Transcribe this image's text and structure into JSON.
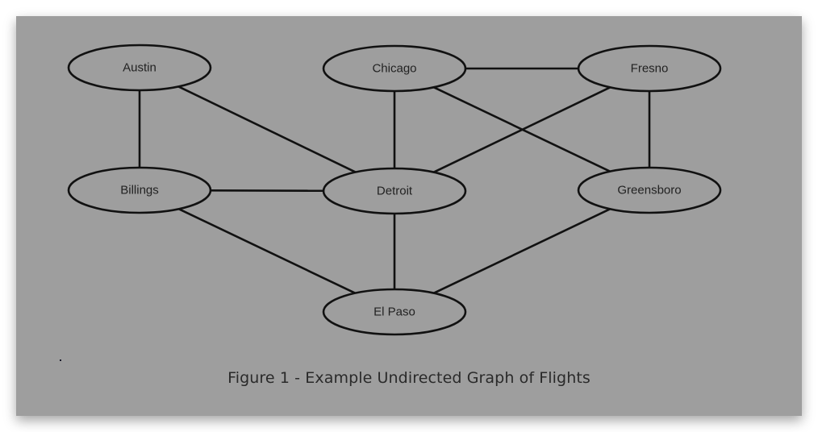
{
  "figure": {
    "caption": "Figure 1 - Example Undirected Graph of Flights",
    "stray_mark": ".",
    "colors": {
      "background": "#9e9e9e",
      "stroke": "#111111",
      "text": "#222222"
    }
  },
  "graph": {
    "directed": false,
    "nodes": [
      {
        "id": "austin",
        "label": "Austin"
      },
      {
        "id": "chicago",
        "label": "Chicago"
      },
      {
        "id": "fresno",
        "label": "Fresno"
      },
      {
        "id": "billings",
        "label": "Billings"
      },
      {
        "id": "detroit",
        "label": "Detroit"
      },
      {
        "id": "greensboro",
        "label": "Greensboro"
      },
      {
        "id": "elpaso",
        "label": "El Paso"
      }
    ],
    "edges": [
      {
        "from": "austin",
        "to": "billings"
      },
      {
        "from": "austin",
        "to": "detroit"
      },
      {
        "from": "chicago",
        "to": "fresno"
      },
      {
        "from": "chicago",
        "to": "detroit"
      },
      {
        "from": "chicago",
        "to": "greensboro"
      },
      {
        "from": "fresno",
        "to": "detroit"
      },
      {
        "from": "fresno",
        "to": "greensboro"
      },
      {
        "from": "billings",
        "to": "detroit"
      },
      {
        "from": "billings",
        "to": "elpaso"
      },
      {
        "from": "detroit",
        "to": "elpaso"
      },
      {
        "from": "greensboro",
        "to": "elpaso"
      }
    ]
  }
}
